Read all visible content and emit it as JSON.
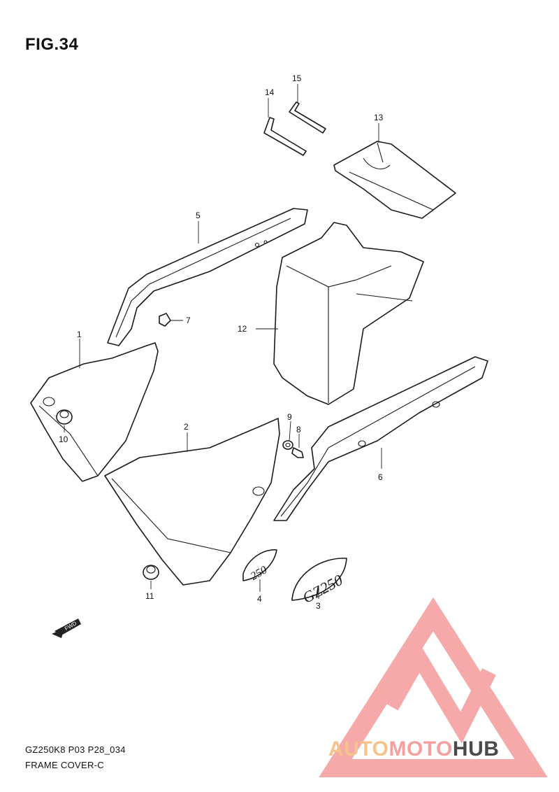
{
  "figure": {
    "title": "FIG.34",
    "model_code": "GZ250K8 P03 P28_034",
    "section_name": "FRAME COVER-C"
  },
  "callouts": [
    "1",
    "2",
    "3",
    "4",
    "5",
    "6",
    "7",
    "8",
    "9",
    "10",
    "11",
    "12",
    "13",
    "14",
    "15"
  ],
  "emblems": {
    "emblem_250": "250",
    "emblem_gz250": "GZ250"
  },
  "direction_marker": {
    "label": "FWD",
    "icon": "arrow-left-icon"
  },
  "watermark": {
    "part1": "AUTO",
    "part2": "MOTO",
    "part3": "HUB",
    "color_primary": "#f4a0a0",
    "color_secondary": "#f6c48a",
    "color_dark": "#4a4a4a"
  }
}
